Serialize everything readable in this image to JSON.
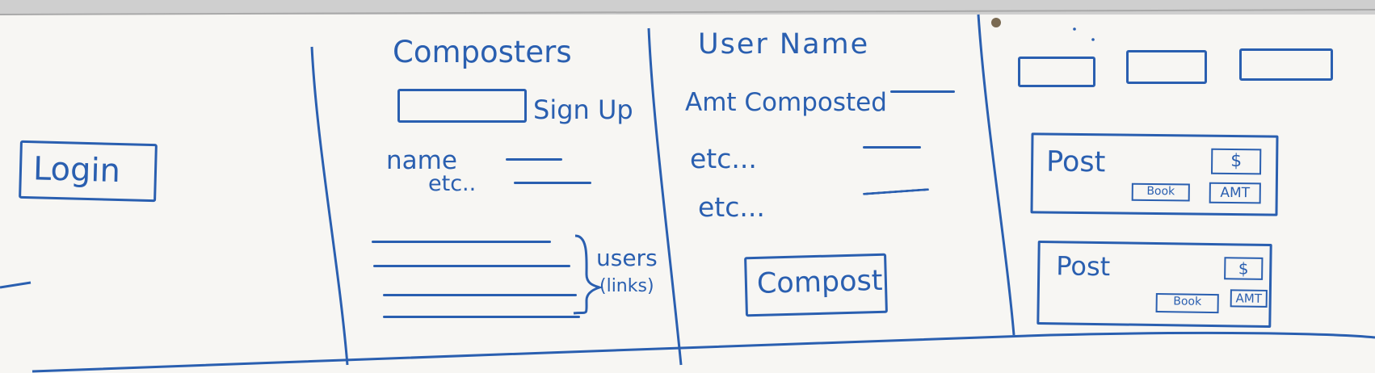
{
  "login_panel": {
    "login_button": "Login"
  },
  "composters_panel": {
    "title": "Composters",
    "sign_up_label": "Sign Up",
    "name_label": "name",
    "etc_label": "etc..",
    "users_label": "users",
    "links_label": "(links)"
  },
  "user_panel": {
    "title": "User Name",
    "amount_label": "Amt Composted",
    "etc1": "etc...",
    "etc2": "etc...",
    "compost_button": "Compost"
  },
  "feed_panel": {
    "posts": [
      {
        "title": "Post",
        "dollar": "$",
        "book": "Book",
        "amt": "AMT"
      },
      {
        "title": "Post",
        "dollar": "$",
        "book": "Book",
        "amt": "AMT"
      }
    ]
  }
}
